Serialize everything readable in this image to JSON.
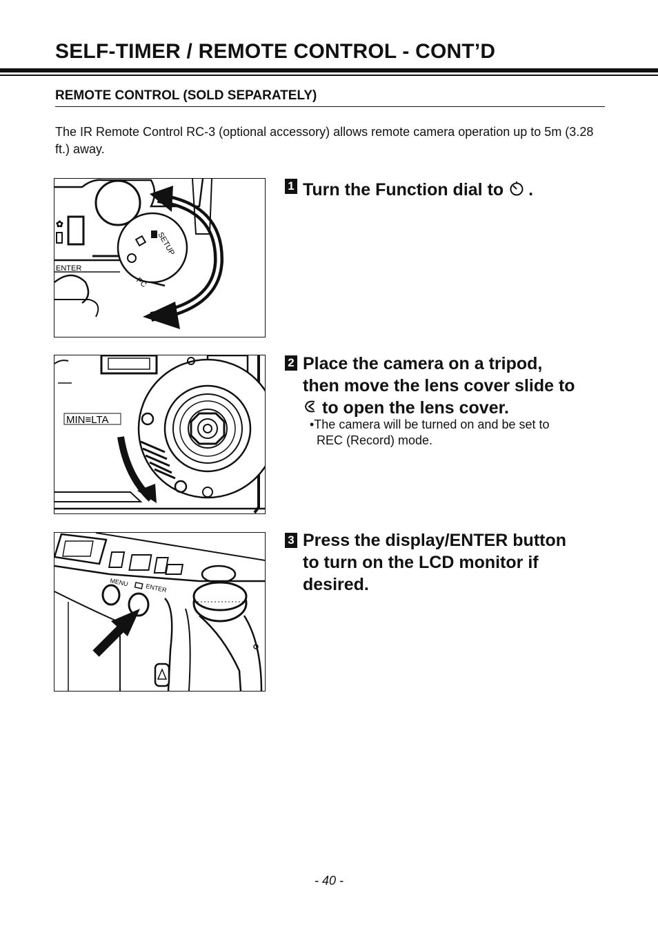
{
  "page": {
    "title": "SELF-TIMER / REMOTE CONTROL - CONT’D",
    "section_heading": "REMOTE CONTROL (SOLD SEPARATELY)",
    "intro": "The IR Remote Control RC-3 (optional accessory) allows remote camera operation up to 5m (3.28 ft.) away.",
    "page_number": "- 40 -"
  },
  "steps": [
    {
      "number": "1",
      "text_before_icon": "Turn the Function dial to",
      "icon": "self-timer-icon",
      "text_after_icon": ".",
      "figure_labels": {
        "enter": "ENTER",
        "pc": "PC",
        "setup": "SETUP"
      }
    },
    {
      "number": "2",
      "line1": "Place the camera on a tripod,",
      "line2": "then move the lens cover slide to",
      "icon": "lens-open-icon",
      "line3": "to open the lens cover.",
      "note_line1": "•The camera will be turned on and be set to",
      "note_line2": "REC (Record) mode.",
      "figure_labels": {
        "brand": "MIN≡LTA"
      }
    },
    {
      "number": "3",
      "line1": "Press the display/ENTER button",
      "line2": "to turn on the LCD monitor if",
      "line3": "desired.",
      "figure_labels": {
        "menu": "MENU",
        "enter": "ENTER"
      }
    }
  ]
}
